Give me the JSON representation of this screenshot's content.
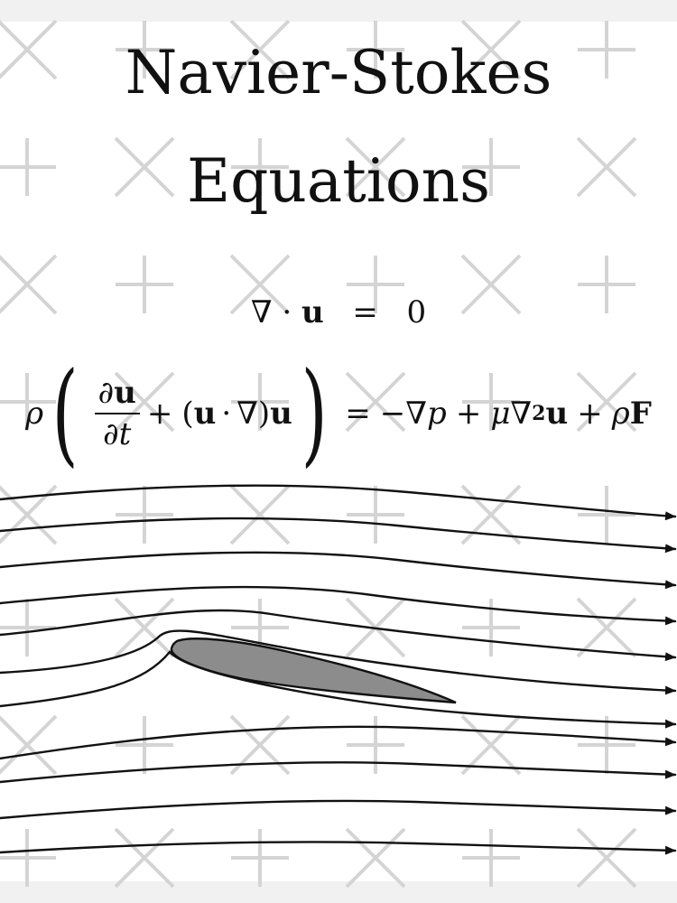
{
  "title": {
    "line1": "Navier-Stokes",
    "line2": "Equations"
  },
  "continuity": {
    "nabla": "∇",
    "dot": "·",
    "u": "u",
    "eq": "=",
    "zero": "0"
  },
  "momentum": {
    "rho": "ρ",
    "frac_num_partial": "∂",
    "frac_num_u": "u",
    "frac_den_partial": "∂",
    "frac_den_t": "t",
    "plus1": "+",
    "conv_open": "(",
    "conv_u": "u",
    "conv_dot": "·",
    "conv_nabla": "∇",
    "conv_close": ")",
    "conv_u2": "u",
    "eq": "=",
    "minus": "−",
    "grad": "∇",
    "p": "p",
    "plus2": "+",
    "mu": "μ",
    "lap": "∇",
    "lap_exp": "2",
    "lap_u": "u",
    "plus3": "+",
    "rho2": "ρ",
    "F": "F"
  },
  "colors": {
    "ink": "#111111",
    "airfoil_fill": "#8c8c8c",
    "watermark": "#d0d0d0",
    "background": "#ffffff"
  },
  "icons": {
    "streamline_arrow": "arrowhead-icon"
  }
}
